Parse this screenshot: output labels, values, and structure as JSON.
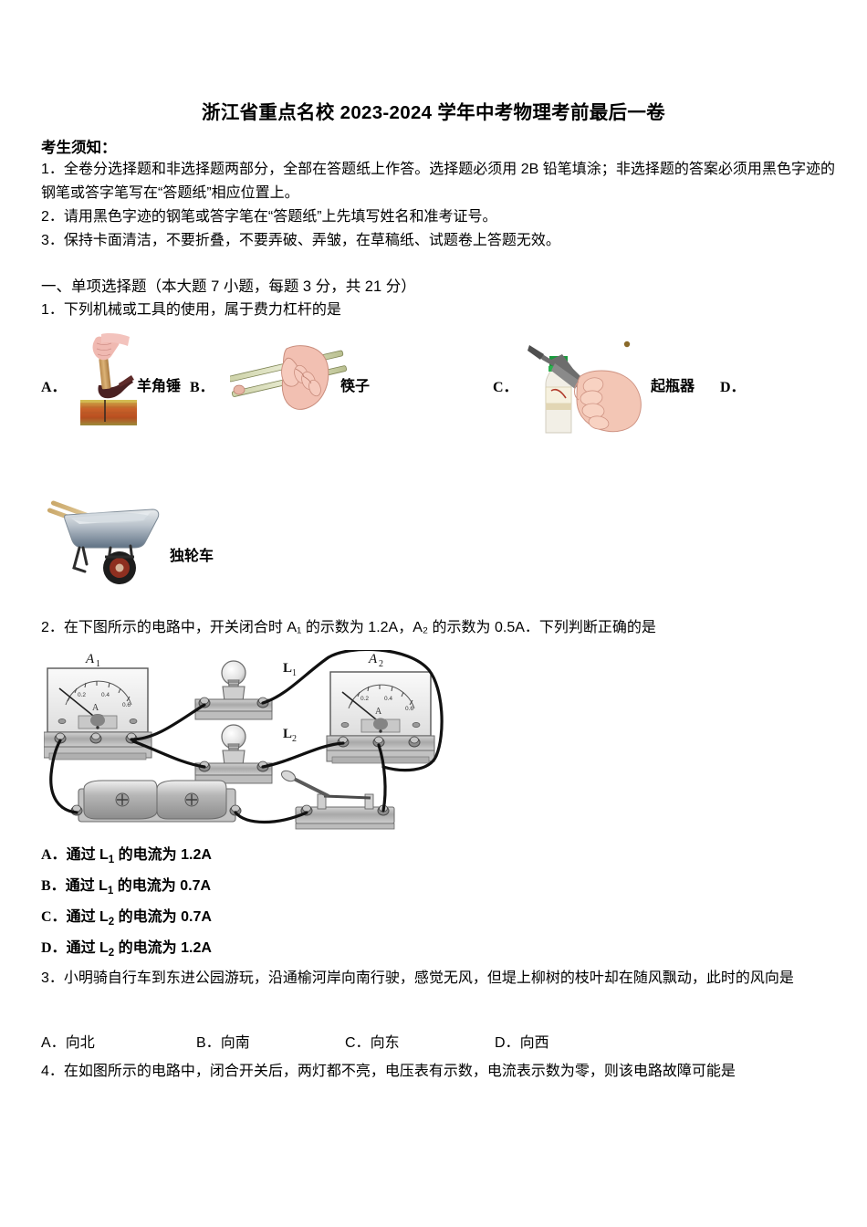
{
  "document": {
    "title": "浙江省重点名校 2023-2024 学年中考物理考前最后一卷"
  },
  "notice": {
    "heading": "考生须知：",
    "items": [
      "1．全卷分选择题和非选择题两部分，全部在答题纸上作答。选择题必须用 2B 铅笔填涂；非选择题的答案必须用黑色字迹的钢笔或答字笔写在“答题纸”相应位置上。",
      "2．请用黑色字迹的钢笔或答字笔在“答题纸”上先填写姓名和准考证号。",
      "3．保持卡面清洁，不要折叠，不要弄破、弄皱，在草稿纸、试题卷上答题无效。"
    ]
  },
  "section": {
    "heading": "一、单项选择题（本大题 7 小题，每题 3 分，共 21 分）"
  },
  "questions": {
    "q1": {
      "stem": "1．下列机械或工具的使用，属于费力杠杆的是",
      "labels": {
        "a": "A．",
        "b": "B．",
        "c": "C．",
        "d": "D．"
      },
      "captions": {
        "a": "羊角锤",
        "b": "筷子",
        "c": "起瓶器",
        "d": "独轮车"
      },
      "images": {
        "a": "claw-hammer-pulling-nail-illustration",
        "b": "hand-holding-chopsticks-illustration",
        "c": "hand-using-bottle-opener-photo",
        "d": "wheelbarrow-photo"
      }
    },
    "q2": {
      "stem": "2．在下图所示的电路中，开关闭合时 A₁ 的示数为 1.2A，A₂ 的示数为 0.5A．下列判断正确的是",
      "options": [
        {
          "letter": "A．",
          "text_pre": "通过 L",
          "sub": "1",
          "text_post": " 的电流为 1.2A"
        },
        {
          "letter": "B．",
          "text_pre": "通过 L",
          "sub": "1",
          "text_post": " 的电流为 0.7A"
        },
        {
          "letter": "C．",
          "text_pre": "通过 L",
          "sub": "2",
          "text_post": " 的电流为 0.7A"
        },
        {
          "letter": "D．",
          "text_pre": "通过 L",
          "sub": "2",
          "text_post": " 的电流为 1.2A"
        }
      ],
      "circuit": {
        "ammeter_1_label": "A₁",
        "ammeter_2_label": "A₂",
        "lamp_1_label": "L₁",
        "lamp_2_label": "L₂",
        "meter_unit": "A",
        "meter_ticks": [
          "0.2",
          "0.4",
          "0.6"
        ],
        "components": [
          "ammeter",
          "ammeter",
          "lamp",
          "lamp",
          "battery-pack",
          "knife-switch"
        ]
      }
    },
    "q3": {
      "stem": "3．小明骑自行车到东进公园游玩，沿通榆河岸向南行驶，感觉无风，但堤上柳树的枝叶却在随风飘动，此时的风向是",
      "options": [
        {
          "letter": "A．",
          "text": "向北"
        },
        {
          "letter": "B．",
          "text": "向南"
        },
        {
          "letter": "C．",
          "text": "向东"
        },
        {
          "letter": "D．",
          "text": "向西"
        }
      ]
    },
    "q4": {
      "stem": "4．在如图所示的电路中，闭合开关后，两灯都不亮，电压表有示数，电流表示数为零，则该电路故障可能是"
    }
  },
  "colors": {
    "text": "#000000",
    "page_background": "#ffffff",
    "metal_gray": "#9a9a9a",
    "metal_light": "#d6d6d6",
    "wire_black": "#111111"
  }
}
